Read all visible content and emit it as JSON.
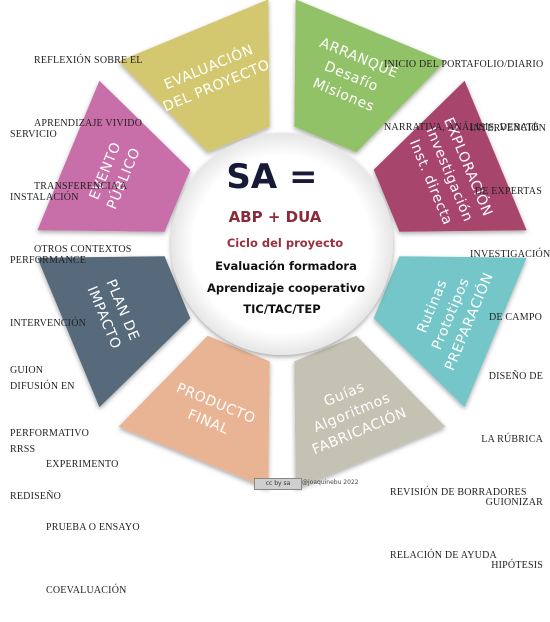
{
  "center": {
    "title": "SA =",
    "subtitle": "ABP + DUA",
    "lines": [
      {
        "text": "Ciclo del proyecto",
        "accent": true
      },
      {
        "text": "Evaluación formadora",
        "accent": false
      },
      {
        "text": "Aprendizaje cooperativo",
        "accent": false
      },
      {
        "text": "TIC/TAC/TEP",
        "accent": false
      }
    ]
  },
  "segments": [
    {
      "id": "arranque",
      "color": "#92c267",
      "lines": [
        "ARRANQUE",
        "Desafío",
        "Misiones"
      ]
    },
    {
      "id": "exploracion",
      "color": "#a8456c",
      "lines": [
        "EXPLORACIÓN",
        "Investigación",
        "Inst. directa"
      ]
    },
    {
      "id": "preparacion",
      "color": "#74c6c8",
      "lines": [
        "Rutinas",
        "Prototipos",
        "PREPARACIÓN"
      ]
    },
    {
      "id": "fabricacion",
      "color": "#c4c2b2",
      "lines": [
        "Guías",
        "Algoritmos",
        "FABRICACIÓN"
      ]
    },
    {
      "id": "producto-final",
      "color": "#e9b494",
      "lines": [
        "PRODUCTO",
        "FINAL"
      ]
    },
    {
      "id": "plan-de-impacto",
      "color": "#566a7c",
      "lines": [
        "PLAN DE",
        "IMPACTO"
      ]
    },
    {
      "id": "evento-publico",
      "color": "#c86ea8",
      "lines": [
        "EVENTO",
        "PÚBLICO"
      ]
    },
    {
      "id": "evaluacion-del-proyecto",
      "color": "#d3c870",
      "lines": [
        "EVALUACIÓN",
        "DEL PROYECTO"
      ]
    }
  ],
  "annotations": {
    "evaluacion": [
      "REFLEXIÓN SOBRE EL",
      "APRENDIZAJE VIVIDO",
      "TRANSFERENCIA A",
      "OTROS CONTEXTOS"
    ],
    "arranque": [
      "INICIO DEL PORTAFOLIO/DIARIO",
      "NARRATIVA, ANÁLISIS, DEBATE"
    ],
    "evento": [
      "SERVICIO",
      "INSTALACIÓN",
      "PERFORMANCE",
      "INTERVENCIÓN",
      "DIFUSIÓN EN",
      "RRSS"
    ],
    "exploracion": [
      "INTERVENCIÓN",
      "DE EXPERTAS",
      "INVESTIGACIÓN",
      "DE CAMPO"
    ],
    "plan": [
      "GUION",
      "PERFORMATIVO",
      "REDISEÑO"
    ],
    "preparacion": [
      "DISEÑO DE",
      "LA RÚBRICA",
      "GUIONIZAR",
      "HIPÓTESIS"
    ],
    "producto": [
      "EXPERIMENTO",
      "PRUEBA O ENSAYO",
      "COEVALUACIÓN"
    ],
    "fabricacion": [
      "REVISIÓN DE BORRADORES",
      "RELACIÓN DE AYUDA"
    ]
  },
  "footer": {
    "license": "cc by sa",
    "credit": "@joaquinebu 2022"
  }
}
